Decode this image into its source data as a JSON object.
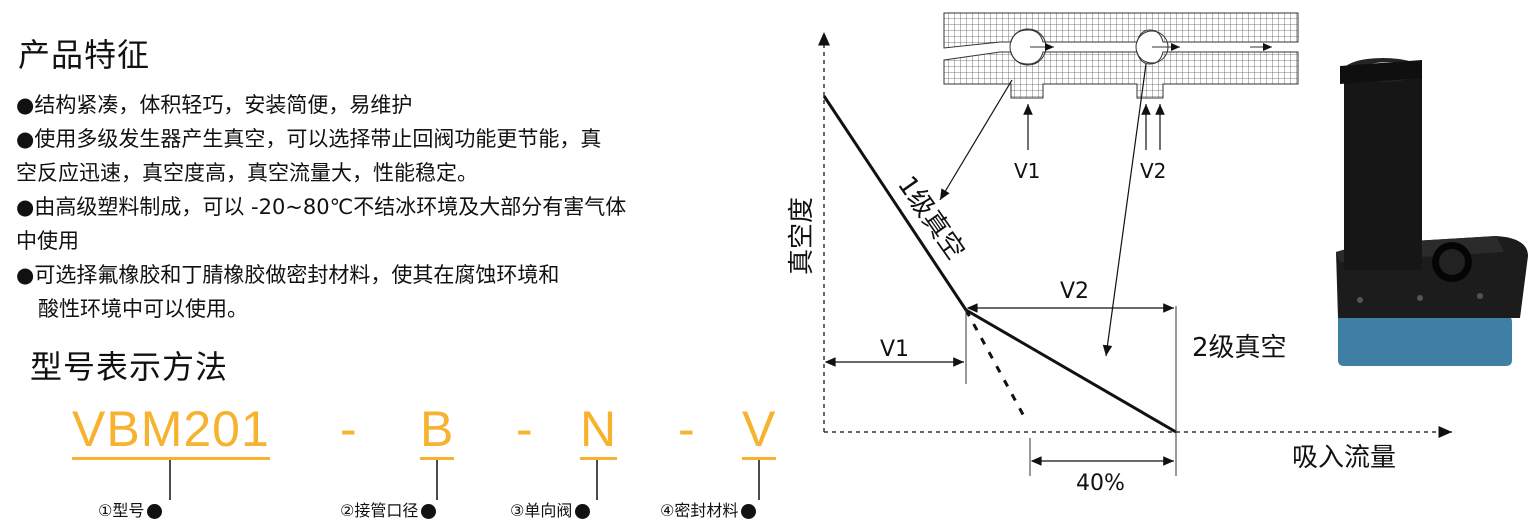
{
  "features": {
    "title": "产品特征",
    "bullet": "●",
    "items": [
      "结构紧凑，体积轻巧，安装简便，易维护",
      "使用多级发生器产生真空，可以选择带止回阀功能更节能，真",
      "空反应迅速，真空度高，真空流量大，性能稳定。",
      "由高级塑料制成，可以 -20~80℃不结冰环境及大部分有害气体",
      "中使用",
      "可选择氟橡胶和丁腈橡胶做密封材料，使其在腐蚀环境和",
      "酸性环境中可以使用。"
    ]
  },
  "model": {
    "title": "型号表示方法",
    "code": "VBM201",
    "sep": "-",
    "p2": "B",
    "p3": "N",
    "p4": "V",
    "label1": "①型号",
    "label2": "②接管口径",
    "label3": "③单向阀",
    "label4": "④密封材料"
  },
  "diagram": {
    "y_label": "真空度",
    "x_label": "吸入流量",
    "stage1": "1级真空",
    "stage2": "2级真空",
    "v1": "V1",
    "v2": "V2",
    "percent": "40%"
  },
  "colors": {
    "accent": "#f7b22f",
    "line": "#111111",
    "product_blue": "#3f7fa6"
  }
}
